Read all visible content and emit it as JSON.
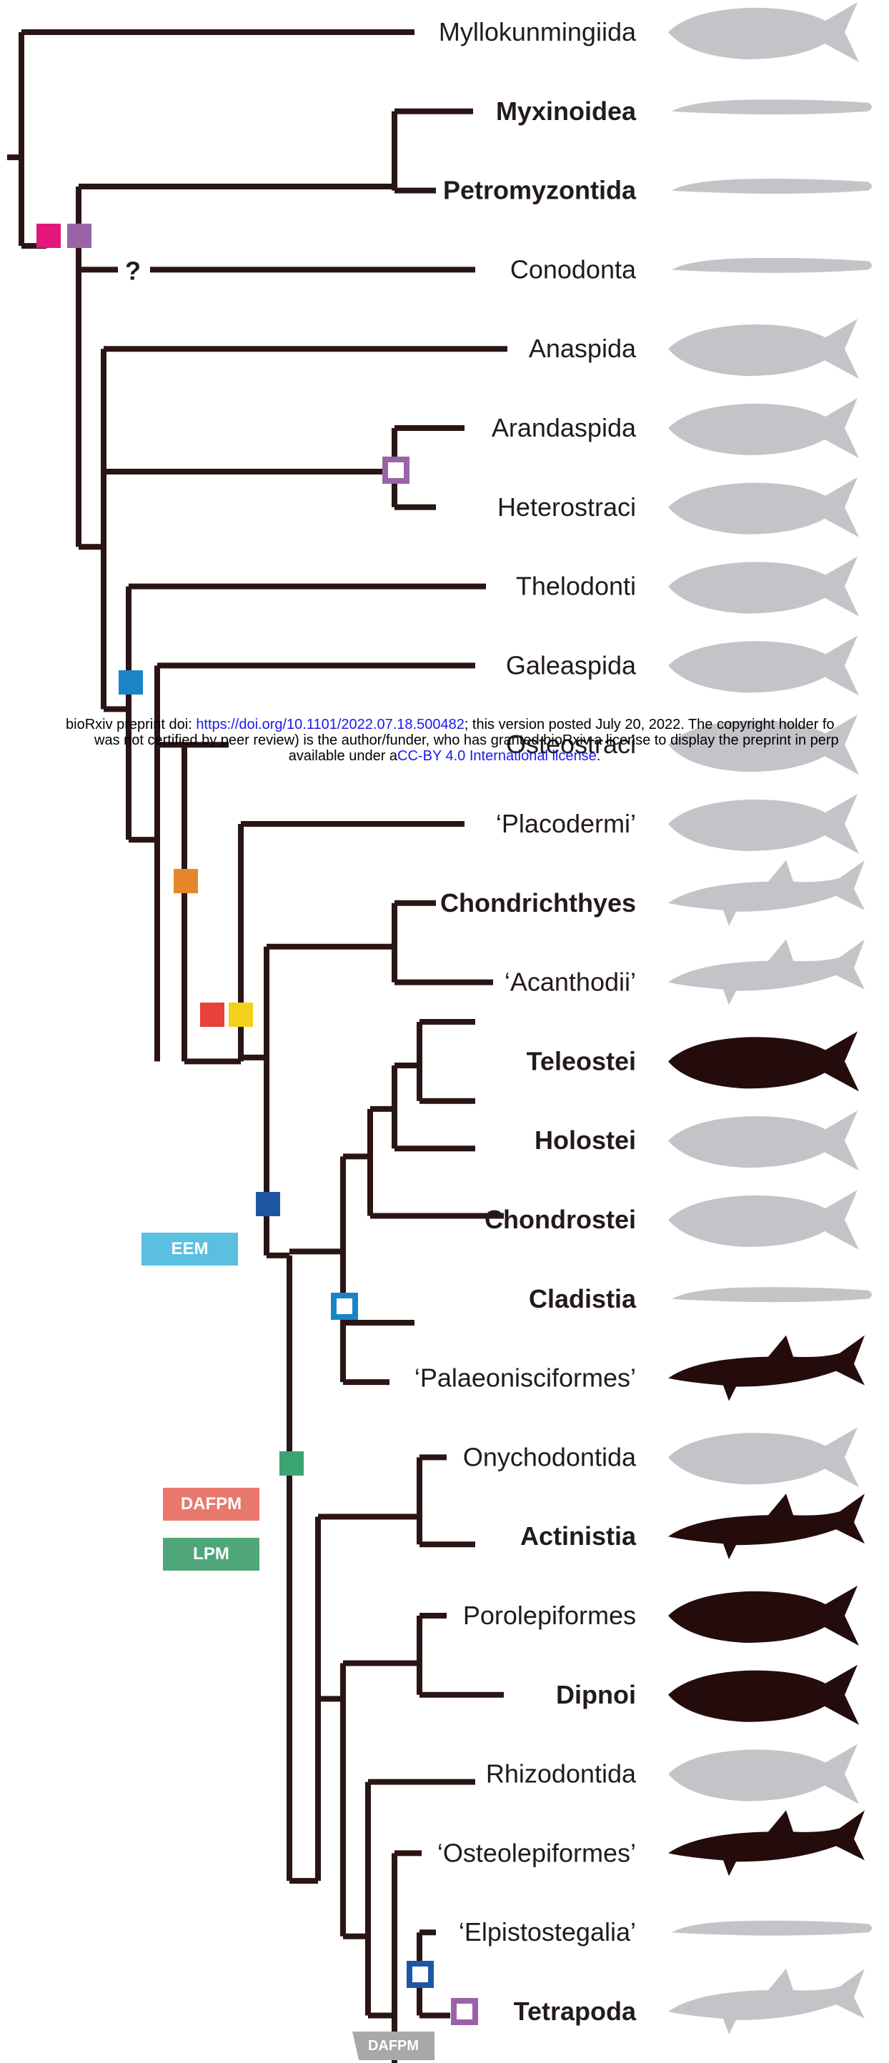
{
  "taxa": [
    {
      "label": "Myllokunmingiida",
      "bold": false
    },
    {
      "label": "Myxinoidea",
      "bold": true
    },
    {
      "label": "Petromyzontida",
      "bold": true
    },
    {
      "label": "Conodonta",
      "bold": false
    },
    {
      "label": "Anaspida",
      "bold": false
    },
    {
      "label": "Arandaspida",
      "bold": false
    },
    {
      "label": "Heterostraci",
      "bold": false
    },
    {
      "label": "Thelodonti",
      "bold": false
    },
    {
      "label": "Galeaspida",
      "bold": false
    },
    {
      "label": "Osteostraci",
      "bold": false
    },
    {
      "label": "‘Placodermi’",
      "bold": false
    },
    {
      "label": "Chondrichthyes",
      "bold": true
    },
    {
      "label": "‘Acanthodii’",
      "bold": false
    },
    {
      "label": "Teleostei",
      "bold": true
    },
    {
      "label": "Holostei",
      "bold": true
    },
    {
      "label": "Chondrostei",
      "bold": true
    },
    {
      "label": "Cladistia",
      "bold": true
    },
    {
      "label": "‘Palaeonisciformes’",
      "bold": false
    },
    {
      "label": "Onychodontida",
      "bold": false
    },
    {
      "label": "Actinistia",
      "bold": true
    },
    {
      "label": "Porolepiformes",
      "bold": false
    },
    {
      "label": "Dipnoi",
      "bold": true
    },
    {
      "label": "Rhizodontida",
      "bold": false
    },
    {
      "label": "‘Osteolepiformes’",
      "bold": false
    },
    {
      "label": "‘Elpistostegalia’",
      "bold": false
    },
    {
      "label": "Tetrapoda",
      "bold": true
    }
  ],
  "uncertain_mark": "?",
  "legend": {
    "eem": "EEM",
    "dafpm": "DAFPM",
    "lpm": "LPM",
    "dafpm_small": "DAFPM"
  },
  "watermark": {
    "line1_prefix": "bioRxiv preprint doi: ",
    "doi": "https://doi.org/10.1101/2022.07.18.500482",
    "line1_suffix": "; this version posted July 20, 2022. The copyright holder fo",
    "line2": "was not certified by peer review) is the author/funder, who has granted bioRxiv a license to display the preprint in perp",
    "line3_prefix": "available under a",
    "license": "CC-BY 4.0 International license",
    "line3_suffix": "."
  },
  "colors": {
    "line": "#2a1414",
    "silhouette_grey": "#c4c4c8",
    "silhouette_dark": "#240c0c",
    "eem": "#5bbfe0",
    "dafpm": "#e8786c",
    "lpm": "#4fa779",
    "dafpm_small": "#a8a8a8",
    "node_pink": "#e3177b",
    "node_purple": "#9a63a8",
    "node_blue": "#1b84c6",
    "node_orange": "#e6862a",
    "node_red": "#e8403a",
    "node_yellow": "#f3d11a",
    "node_navy": "#1d57a4",
    "node_green": "#3aa571"
  }
}
